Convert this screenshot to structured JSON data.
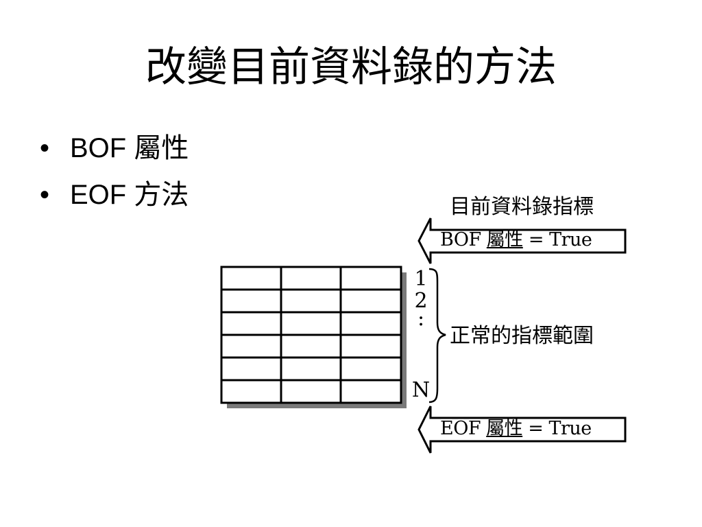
{
  "title": "改變目前資料錄的方法",
  "bullets": [
    {
      "marker": "•",
      "text": "BOF 屬性"
    },
    {
      "marker": "•",
      "text": "EOF 方法"
    }
  ],
  "diagram": {
    "pointer_caption": "目前資料錄指標",
    "bof_arrow": {
      "prefix": "BOF ",
      "underlined": "屬性",
      "suffix": " = True"
    },
    "eof_arrow": {
      "prefix": "EOF ",
      "underlined": "屬性",
      "suffix": " = True"
    },
    "row_indices": {
      "first": "1",
      "second": "2",
      "ellipsis": ":",
      "last": "N"
    },
    "normal_range_label": "正常的指標範圍",
    "table": {
      "rows": 6,
      "columns": 3
    }
  }
}
